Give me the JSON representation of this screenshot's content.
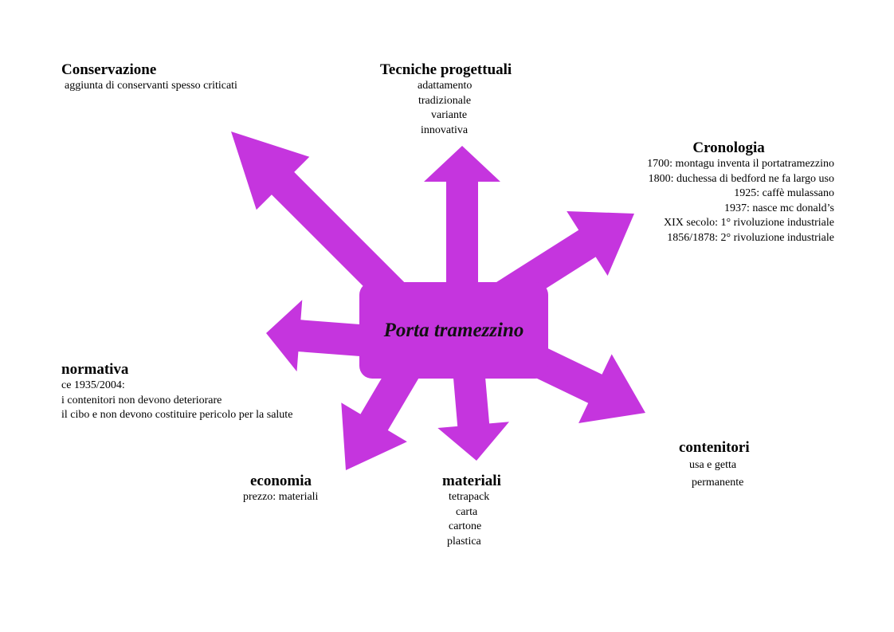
{
  "colors": {
    "arrow": "#c535de"
  },
  "center": {
    "label": "Porta tramezzino"
  },
  "conservazione": {
    "title": "Conservazione",
    "lines": [
      "aggiunta di conservanti spesso criticati"
    ]
  },
  "tecniche": {
    "title": "Tecniche progettuali",
    "lines": [
      "adattamento",
      "tradizionale",
      "variante",
      "innovativa"
    ]
  },
  "cronologia": {
    "title": "Cronologia",
    "lines": [
      "1700: montagu inventa il portatramezzino",
      "1800: duchessa di bedford ne fa largo uso",
      "1925: caffè mulassano",
      "1937: nasce mc donald’s",
      "XIX secolo: 1° rivoluzione industriale",
      "1856/1878: 2° rivoluzione industriale"
    ]
  },
  "normativa": {
    "title": "normativa",
    "lines": [
      "ce 1935/2004:",
      "i contenitori non devono deteriorare",
      "il cibo e non devono costituire pericolo per la salute"
    ]
  },
  "economia": {
    "title": "economia",
    "lines": [
      "prezzo: materiali"
    ]
  },
  "materiali": {
    "title": "materiali",
    "lines": [
      "tetrapack",
      "carta",
      "cartone",
      "plastica"
    ]
  },
  "contenitori": {
    "title": "contenitori",
    "lines": [
      "usa e getta",
      "permanente"
    ]
  }
}
